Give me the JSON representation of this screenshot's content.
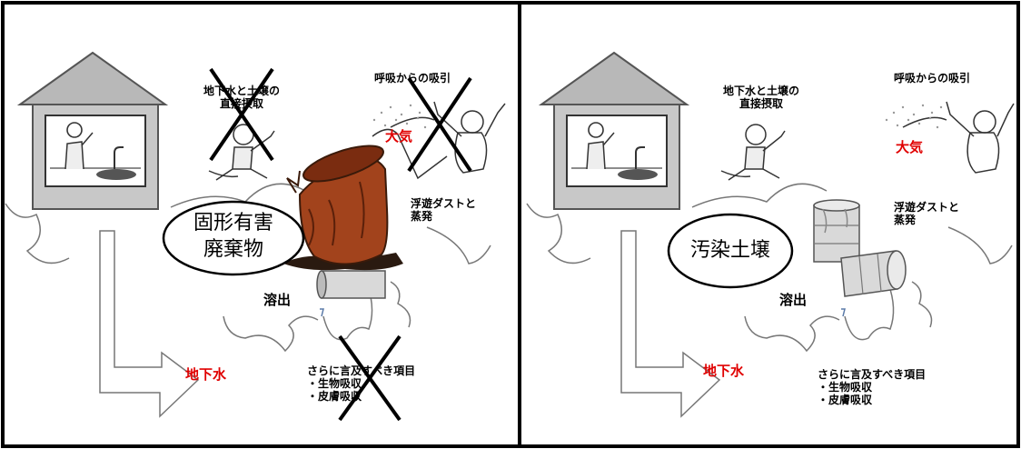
{
  "left_panel": {
    "oval_line1": "固形有害",
    "oval_line2": "廃棄物",
    "direct_intake_line1": "地下水と土壌の",
    "direct_intake_line2": "直接摂取",
    "inhalation": "呼吸からの吸引",
    "atmosphere": "大気",
    "dust_line1": "浮遊ダストと",
    "dust_line2": "蒸発",
    "leaching": "溶出",
    "groundwater": "地下水",
    "further_title": "さらに言及すべき項目",
    "further_item1": "・生物吸収",
    "further_item2": "・皮膚吸収"
  },
  "right_panel": {
    "oval_line1": "汚染土壌",
    "direct_intake_line1": "地下水と土壌の",
    "direct_intake_line2": "直接摂取",
    "inhalation": "呼吸からの吸引",
    "atmosphere": "大気",
    "dust_line1": "浮遊ダストと",
    "dust_line2": "蒸発",
    "leaching": "溶出",
    "groundwater": "地下水",
    "further_title": "さらに言及すべき項目",
    "further_item1": "・生物吸収",
    "further_item2": "・皮膚吸収"
  },
  "colors": {
    "house_roof": "#b8b8b8",
    "house_wall": "#c8c8c8",
    "highlight_text": "#e00000",
    "drum_rust": "#a2431c",
    "drum_grey": "#d9d9d9"
  }
}
